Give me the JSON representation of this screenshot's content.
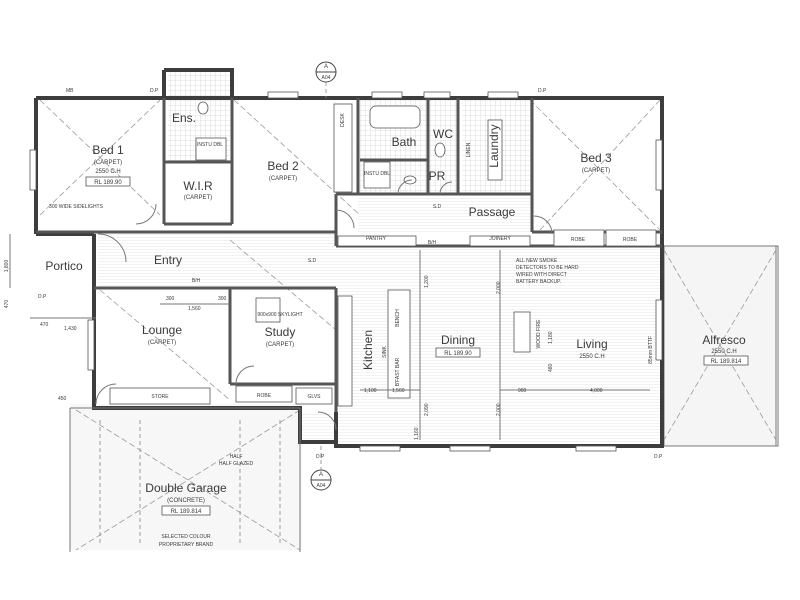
{
  "rooms": {
    "bed1": {
      "name": "Bed 1",
      "floor": "(CARPET)",
      "ceiling": "2550 C.H",
      "rl": "RL 189.90"
    },
    "ens": {
      "name": "Ens."
    },
    "wir": {
      "name": "W.I.R",
      "floor": "(CARPET)"
    },
    "bed2": {
      "name": "Bed 2",
      "floor": "(CARPET)"
    },
    "bath": {
      "name": "Bath"
    },
    "wc": {
      "name": "WC"
    },
    "pr": {
      "name": "PR"
    },
    "laundry": {
      "name": "Laundry"
    },
    "bed3": {
      "name": "Bed 3",
      "floor": "(CARPET)"
    },
    "passage": {
      "name": "Passage"
    },
    "portico": {
      "name": "Portico"
    },
    "entry": {
      "name": "Entry"
    },
    "lounge": {
      "name": "Lounge",
      "floor": "(CARPET)"
    },
    "study": {
      "name": "Study",
      "floor": "(CARPET)",
      "skylight": "900x900 SKYLIGHT"
    },
    "kitchen": {
      "name": "Kitchen"
    },
    "dining": {
      "name": "Dining",
      "rl": "RL 189.90"
    },
    "living": {
      "name": "Living",
      "ceiling": "2550 C.H"
    },
    "alfresco": {
      "name": "Alfresco",
      "ceiling": "2550 C.H",
      "rl": "RL 189.814"
    },
    "garage": {
      "name": "Double Garage",
      "floor": "(CONCRETE)",
      "rl": "RL 189.814"
    }
  },
  "labels": {
    "pantry": "PANTRY",
    "joinery": "JOINERY",
    "robe": "ROBE",
    "store": "STORE",
    "glvs": "GLVS",
    "linen": "LINEN",
    "desk": "DESK",
    "bench": "BENCH",
    "sink": "SINK",
    "bfast_bar": "B'FAST BAR",
    "wood_fire": "WOOD FIRE",
    "inst_dbl": "INSTU DBL",
    "sidelights": "300 WIDE SIDELIGHTS",
    "half_glazed": "HALF GLAZED",
    "selected_colour": "SELECTED COLOUR",
    "proprietary_brand": "PROPRIETARY BRAND",
    "smoke_note_1": "ALL NEW SMOKE",
    "smoke_note_2": "DETECTORS TO BE HARD",
    "smoke_note_3": "WIRED WITH DIRECT",
    "smoke_note_4": "BATTERY BACKUP.",
    "sd": "S.D",
    "bh": "B/H",
    "dp": "D.P",
    "mb": "MB",
    "section_a": "A",
    "section_ref": "A04",
    "bttf": "85mm BTTF"
  },
  "dimensions": {
    "d1800": "1,800",
    "d470": "470",
    "d1430": "1,430",
    "d300a": "300",
    "d300b": "300",
    "d1560": "1,560",
    "d1100": "1,100",
    "d1560b": "1,560",
    "d2000": "2,000",
    "d2000b": "2,000",
    "d2090": "2,090",
    "d1160": "1,160",
    "d900": "900",
    "d4000": "4,000",
    "d480": "480",
    "d1180": "1,180",
    "d450": "450",
    "d1200": "1,200"
  },
  "colors": {
    "line": "#3d3d3d",
    "background": "#ffffff"
  }
}
